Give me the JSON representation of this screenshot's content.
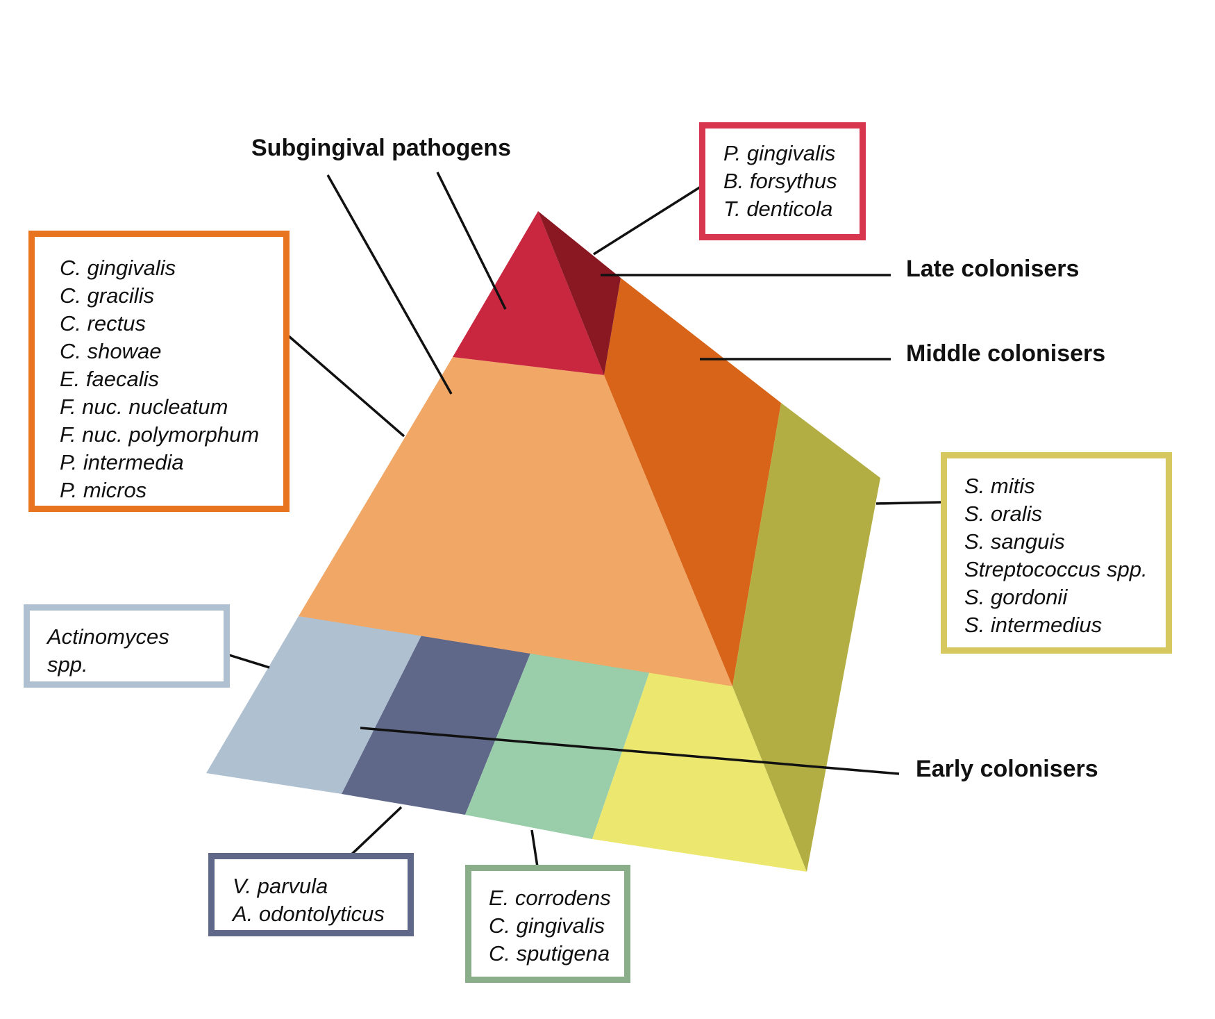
{
  "colors": {
    "apex_red": "#C9263F",
    "apex_dark": "#8A1823",
    "middle_light": "#F1A766",
    "middle_dark": "#D76418",
    "side_olive": "#B3AE44",
    "base_blue_grey": "#AFC0D0",
    "base_navy": "#5F6889",
    "base_green": "#9ACDA9",
    "base_yellow": "#ECE86F",
    "box_red": "#D8354F",
    "box_orange": "#E8741F",
    "box_yellow": "#D7C75F",
    "box_blue_grey": "#AFC0D0",
    "box_navy": "#5F6889",
    "box_green": "#8AAE8A"
  },
  "labels": {
    "subgingival": "Subgingival pathogens",
    "late": "Late colonisers",
    "middle": "Middle colonisers",
    "early": "Early colonisers"
  },
  "boxes": {
    "late": [
      "P. gingivalis",
      "B. forsythus",
      "T. denticola"
    ],
    "middle": [
      "C. gingivalis",
      "C. gracilis",
      "C. rectus",
      "C. showae",
      "E. faecalis",
      "F. nuc. nucleatum",
      "F. nuc. polymorphum",
      "P. intermedia",
      "P. micros"
    ],
    "streptococci": [
      "S. mitis",
      "S. oralis",
      "S. sanguis",
      "Streptococcus spp.",
      "S. gordonii",
      "S. intermedius"
    ],
    "actinomyces": [
      "Actinomyces",
      "spp."
    ],
    "veillonella": [
      "V. parvula",
      "A. odontolyticus"
    ],
    "eikenella": [
      "E. corrodens",
      "C. gingivalis",
      "C. sputigena"
    ]
  }
}
